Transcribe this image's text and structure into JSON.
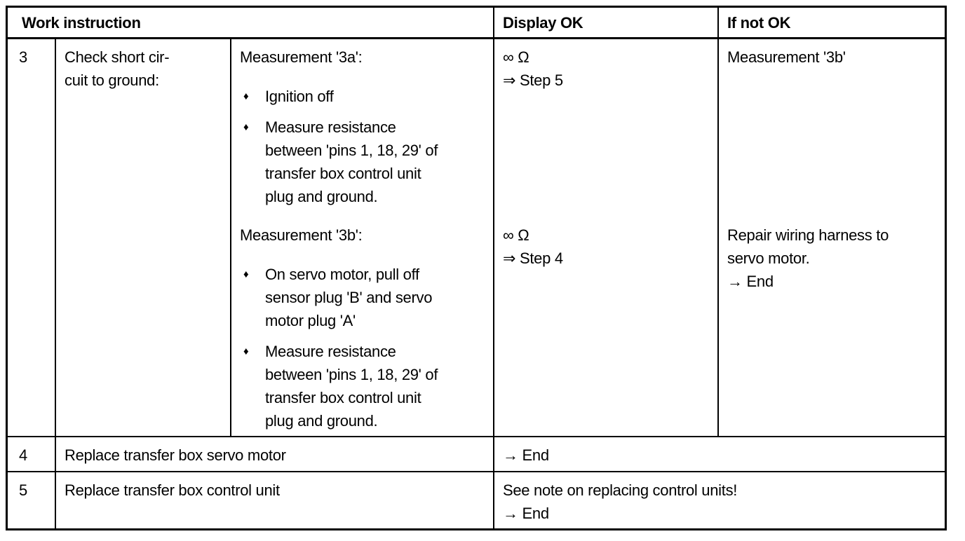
{
  "document": {
    "bullet_glyph": "♦",
    "header": {
      "work_instruction": "Work instruction",
      "display_ok": "Display OK",
      "if_not_ok": "If not OK"
    },
    "step3": {
      "number": "3",
      "task": "Check short cir-\ncuit to ground:",
      "measurement_3a": {
        "title": "Measurement '3a':",
        "bullets": [
          "Ignition off",
          "Measure resistance\nbetween 'pins 1, 18, 29' of\ntransfer box control unit\nplug and ground."
        ],
        "display_ok": "∞ Ω\n⇒ Step 5",
        "if_not_ok": "Measurement '3b'"
      },
      "measurement_3b": {
        "title": "Measurement '3b':",
        "bullets": [
          "On servo motor, pull off\nsensor plug 'B' and servo\nmotor plug 'A'",
          "Measure resistance\nbetween 'pins 1, 18, 29' of\ntransfer box control unit\nplug and ground."
        ],
        "display_ok": "∞ Ω\n⇒ Step 4",
        "if_not_ok": "Repair wiring harness to\nservo motor.\n→ End"
      }
    },
    "step4": {
      "number": "4",
      "task": "Replace transfer box servo motor",
      "result": "→ End"
    },
    "step5": {
      "number": "5",
      "task": "Replace transfer box control unit",
      "result": "See note on replacing control units!\n→ End"
    }
  }
}
